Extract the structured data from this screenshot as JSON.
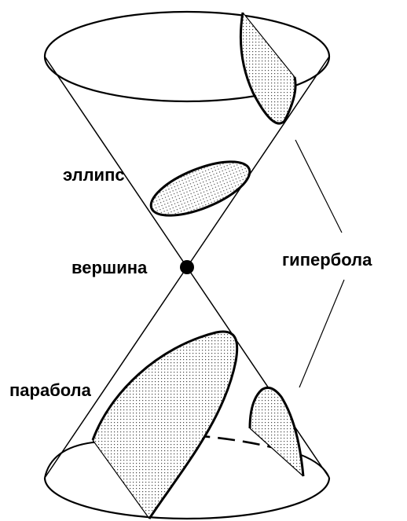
{
  "labels": {
    "ellipse": "эллипс",
    "vertex": "вершина",
    "hyperbola": "гипербола",
    "parabola": "парабола"
  },
  "colors": {
    "stroke": "#000000",
    "background": "#ffffff",
    "shade_dot": "#444444"
  }
}
